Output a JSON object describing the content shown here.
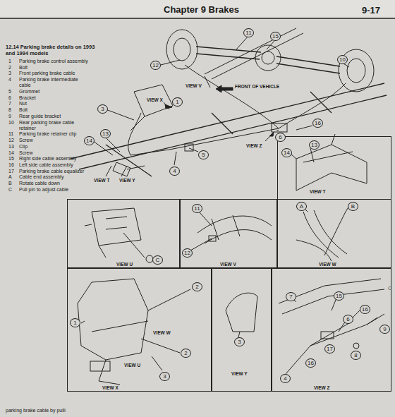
{
  "diagram": {
    "title": "Chapter 9 Brakes",
    "caption": "12.14 Parking brake details on 1993 and 1994 models",
    "nodes": [
      {
        "text": [
          "VIEW T"
        ]
      },
      {
        "text": [
          "VIEW U"
        ]
      },
      {
        "text": [
          "VIEW V"
        ]
      },
      {
        "text": [
          "VIEW W"
        ]
      },
      {
        "text": [
          "VIEW X"
        ]
      },
      {
        "text": [
          "VIEW Y"
        ]
      },
      {
        "text": [
          "VIEW Z"
        ]
      }
    ],
    "edges": [],
    "labels": [
      "9-17",
      "1",
      "Parking brake control assembly",
      "2",
      "Bolt",
      "3",
      "Front parking brake cable",
      "4",
      "Parking brake intermediate cable",
      "5",
      "Grommet",
      "6",
      "Bracket",
      "7",
      "Nut",
      "8",
      "Bolt",
      "9",
      "Rear guide bracket",
      "10",
      "Rear parking brake cable retainer",
      "11",
      "Parking brake retainer clip",
      "12",
      "Screw",
      "13",
      "Clip",
      "14",
      "Screw",
      "15",
      "Right side cable assembly",
      "16",
      "Left side cable assembly",
      "17",
      "Parking brake cable equalizer",
      "A",
      "Cable end assembly",
      "B",
      "Rotate cable down",
      "C",
      "Pull pin to adjust cable",
      "11",
      "15",
      "12",
      "10",
      "VIEW X",
      "VIEW V",
      "FRONT OF VEHICLE",
      "3",
      "1",
      "14",
      "13",
      "5",
      "4",
      "6",
      "16",
      "VIEW Z",
      "VIEW T",
      "VIEW Y",
      "14",
      "13",
      "C",
      "11",
      "12",
      "A",
      "B",
      "2",
      "1",
      "VIEW W",
      "2",
      "VIEW U",
      "3",
      "3",
      "7",
      "15",
      "16",
      "9",
      "6",
      "8",
      "17",
      "16",
      "4",
      "C",
      "parking brake cable by pulli"
    ]
  }
}
